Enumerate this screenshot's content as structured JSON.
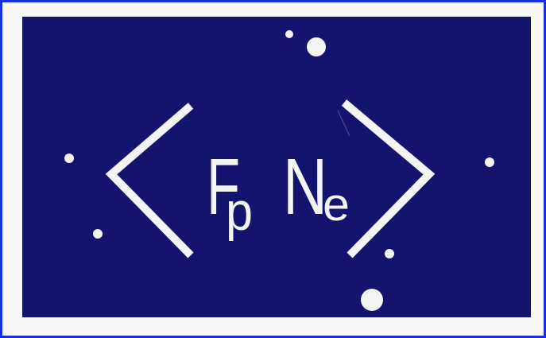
{
  "logo": {
    "letter_f": "F",
    "letter_p": "p",
    "letter_n": "N",
    "letter_e": "e"
  },
  "colors": {
    "frame_border": "#1a2fe0",
    "emblem_background": "#14146e",
    "foreground": "#f3f3f3"
  }
}
